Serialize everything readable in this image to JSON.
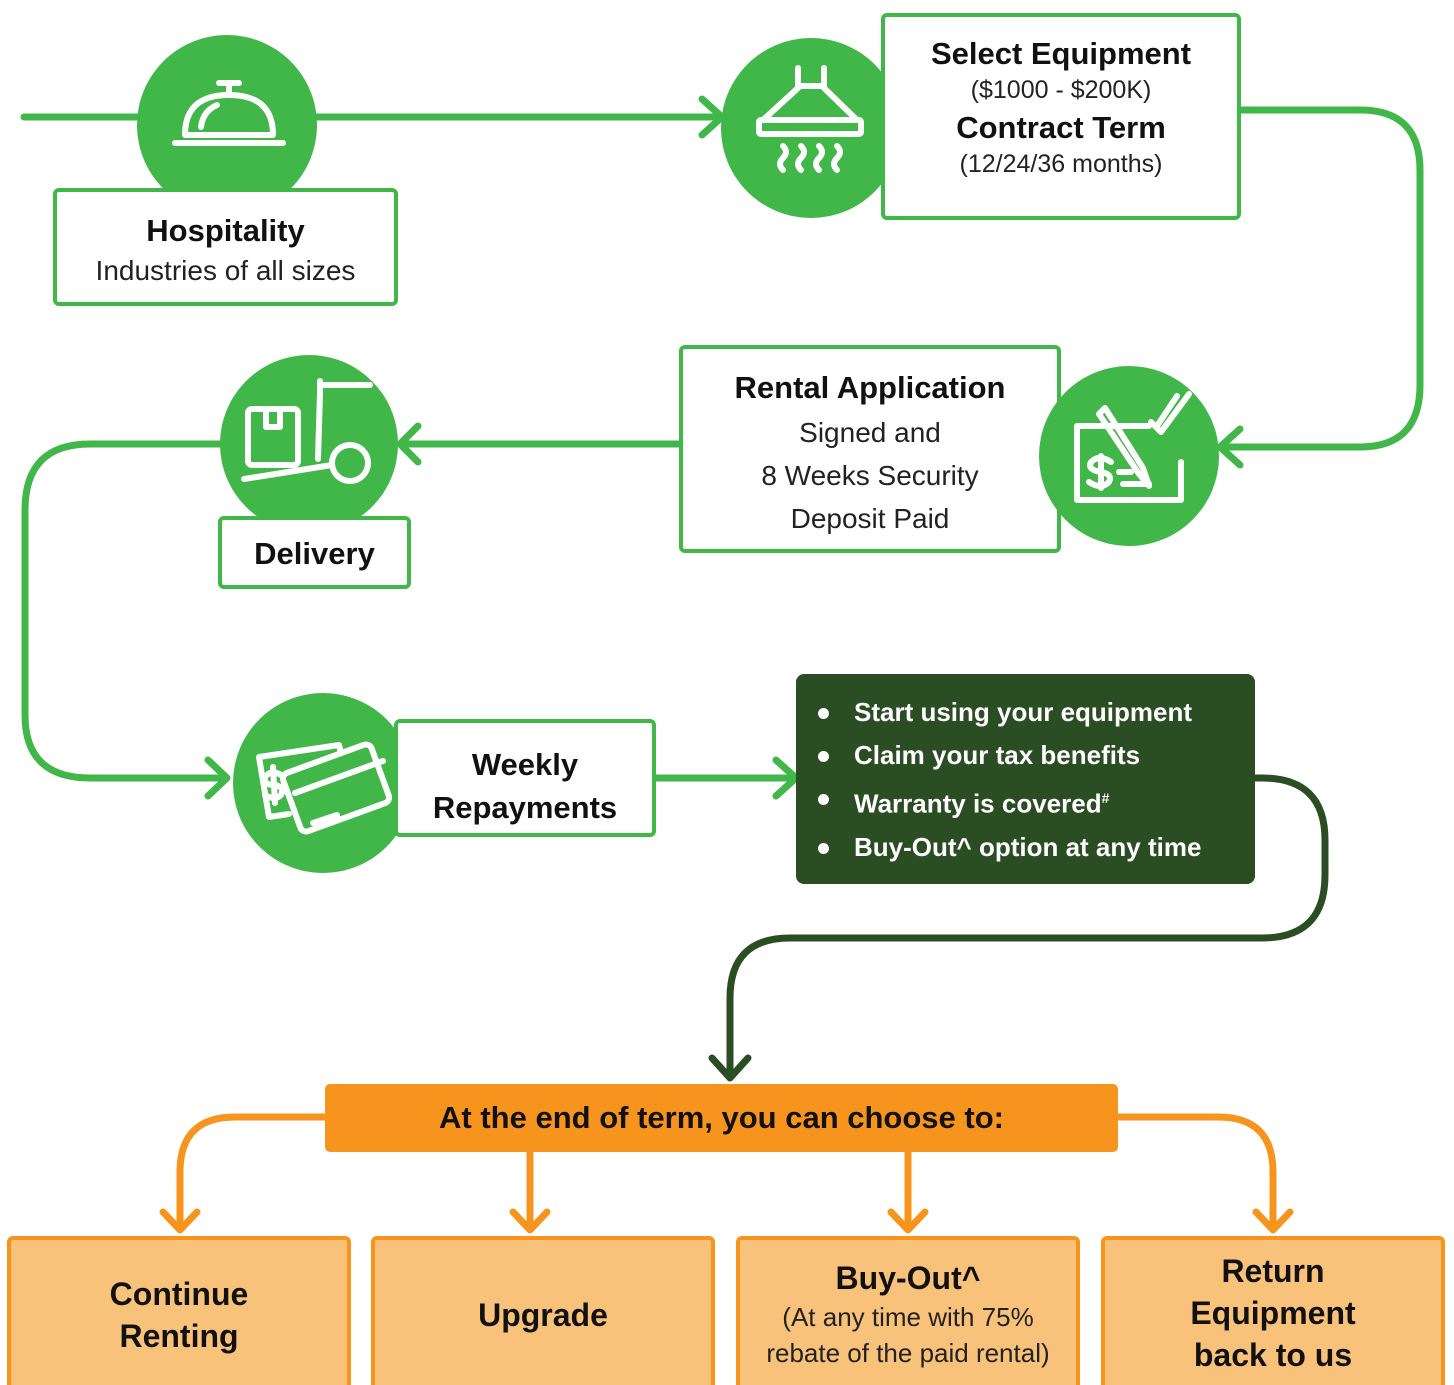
{
  "colors": {
    "green": "#41b649",
    "dark_green": "#2b4d24",
    "orange": "#f7941d",
    "orange_light": "#f9c27a"
  },
  "steps": {
    "hospitality": {
      "title": "Hospitality",
      "sub": "Industries of all sizes",
      "icon": "cloche-icon"
    },
    "select": {
      "title1": "Select Equipment",
      "sub1": "($1000 - $200K)",
      "title2": "Contract Term",
      "sub2": "(12/24/36 months)",
      "icon": "range-hood-icon"
    },
    "rental": {
      "title": "Rental Application",
      "line1": "Signed and",
      "line2": "8 Weeks Security",
      "line3": "Deposit Paid",
      "icon": "signed-cheque-icon"
    },
    "delivery": {
      "title": "Delivery",
      "icon": "hand-truck-icon"
    },
    "repayments": {
      "title1": "Weekly",
      "title2": "Repayments",
      "icon": "cards-icon"
    }
  },
  "benefits": [
    {
      "text": "Start using your equipment",
      "sup": ""
    },
    {
      "text": "Claim your tax benefits",
      "sup": ""
    },
    {
      "text": "Warranty is covered",
      "sup": "#"
    },
    {
      "text": "Buy-Out^ option at any time",
      "sup": ""
    }
  ],
  "end_banner": "At the end of term, you can choose to:",
  "options": {
    "continue": {
      "line1": "Continue",
      "line2": "Renting"
    },
    "upgrade": {
      "line1": "Upgrade"
    },
    "buyout": {
      "title": "Buy-Out^",
      "sub1": "(At any time with 75%",
      "sub2": "rebate of the paid rental)"
    },
    "return": {
      "line1": "Return",
      "line2": "Equipment",
      "line3": "back to us"
    }
  }
}
